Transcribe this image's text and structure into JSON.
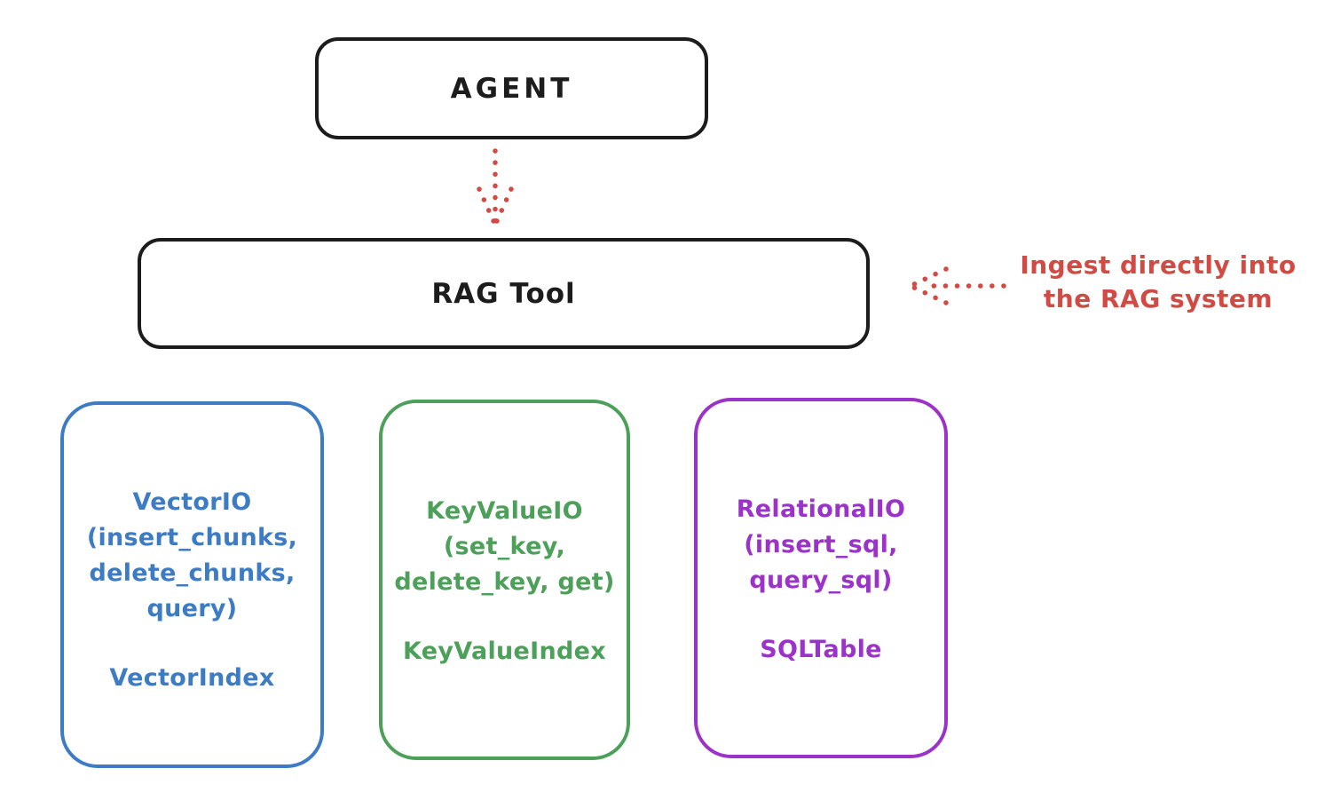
{
  "agent": {
    "label": "AGENT"
  },
  "rag_tool": {
    "label": "RAG Tool"
  },
  "annotation": {
    "lines": [
      "Ingest directly into",
      "the RAG system"
    ]
  },
  "io_boxes": [
    {
      "lines": [
        "VectorIO",
        "(insert_chunks,",
        "delete_chunks,",
        "query)"
      ],
      "index_label": "VectorIndex",
      "color": "#3d7cc4"
    },
    {
      "lines": [
        "KeyValueIO",
        "(set_key,",
        "delete_key, get)"
      ],
      "index_label": "KeyValueIndex",
      "color": "#4da05a"
    },
    {
      "lines": [
        "RelationalIO",
        "(insert_sql,",
        "query_sql)"
      ],
      "index_label": "SQLTable",
      "color": "#9b33c9"
    }
  ],
  "colors": {
    "outline": "#1c1c1c",
    "accent_red": "#d14b44",
    "background": "#ffffff"
  }
}
